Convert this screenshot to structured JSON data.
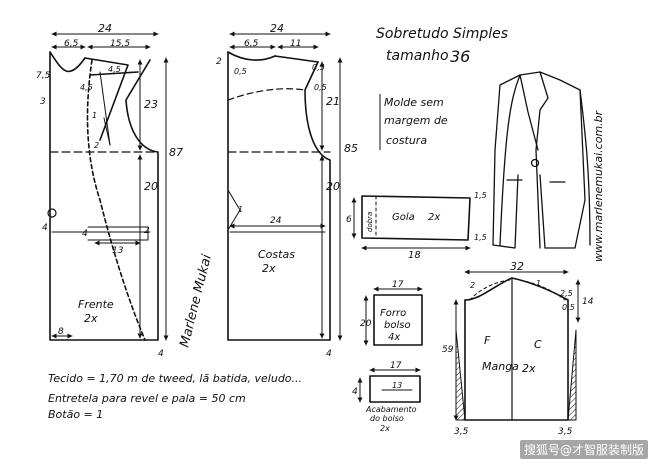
{
  "title": {
    "line1": "Sobretudo Simples",
    "line2_prefix": "tamanho",
    "line2_size": "36"
  },
  "note": {
    "line1": "Molde sem",
    "line2": "margem de",
    "line3": "costura"
  },
  "website": "www.marlenemukai.com.br",
  "watermark": "搜狐号@才智服装制版",
  "signature": "Marlene Mukai",
  "front": {
    "label": "Frente",
    "count": "2x",
    "dim_width": "24",
    "dim_neck": "6,5",
    "dim_shoulder": "15,5",
    "dim_top": "7,5",
    "dim_3": "3",
    "dim_45a": "4,5",
    "dim_45b": "4,5",
    "dim_1": "1",
    "dim_2": "2",
    "dim_23": "23",
    "dim_87": "87",
    "dim_20": "20",
    "dim_4a": "4",
    "dim_4b": "4",
    "dim_13": "13",
    "dim_2b": "2",
    "dim_8": "8",
    "dim_4c": "4"
  },
  "back": {
    "label": "Costas",
    "count": "2x",
    "dim_width": "24",
    "dim_neck": "6,5",
    "dim_shoulder": "11",
    "dim_2": "2",
    "dim_05a": "0,5",
    "dim_05b": "0,5",
    "dim_05c": "0,5",
    "dim_21": "21",
    "dim_85": "85",
    "dim_20": "20",
    "dim_24": "24",
    "dim_1": "1",
    "dim_4": "4"
  },
  "collar": {
    "label": "Gola",
    "count": "2x",
    "dim_left": "6",
    "dim_length": "18",
    "dim_15a": "1,5",
    "dim_15b": "1,5",
    "dim_dobra": "dobra"
  },
  "pocket_lining": {
    "label1": "Forro",
    "label2": "bolso",
    "count": "4x",
    "dim_w": "17",
    "dim_h": "20"
  },
  "pocket_facing": {
    "label1": "Acabamento",
    "label2": "do bolso",
    "count": "2x",
    "dim_w": "17",
    "dim_inner": "13",
    "dim_4": "4"
  },
  "sleeve": {
    "label": "Manga",
    "count": "2x",
    "mark_f": "F",
    "mark_c": "C",
    "dim_width": "32",
    "dim_14": "14",
    "dim_59": "59",
    "dim_25": "2,5",
    "dim_2": "2",
    "dim_05": "0,5",
    "dim_35a": "3,5",
    "dim_35b": "3,5",
    "dim_1": "1"
  },
  "materials": {
    "line1": "Tecido = 1,70 m de tweed, lã batida, veludo...",
    "line2": "Entretela para revel e pala = 50 cm",
    "line3": "Botão = 1"
  }
}
